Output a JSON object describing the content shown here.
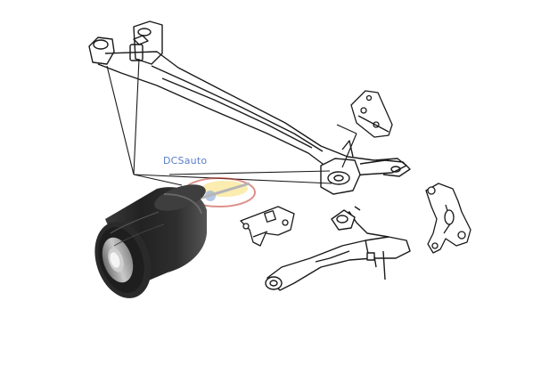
{
  "watermark": {
    "text": "DCSauto"
  },
  "colors": {
    "line": "#1a1a1a",
    "bushing_rubber": "#2b2b2b",
    "bushing_sleeve": "#9a9a9a",
    "watermark": "#5a7fc8",
    "watermark_logo_red": "#c0392b",
    "watermark_logo_yellow": "#f1c40f",
    "watermark_logo_blue": "#3b6fc2"
  },
  "parts": [
    {
      "id": "rear-subframe",
      "icon": "subframe-drawing"
    },
    {
      "id": "subframe-bracket",
      "icon": "bracket-drawing"
    },
    {
      "id": "rubber-bushing",
      "icon": "bushing-render"
    },
    {
      "id": "mount-plate",
      "icon": "plate-drawing"
    },
    {
      "id": "lower-control-arm",
      "icon": "control-arm-drawing"
    },
    {
      "id": "steering-knuckle",
      "icon": "knuckle-drawing"
    }
  ]
}
